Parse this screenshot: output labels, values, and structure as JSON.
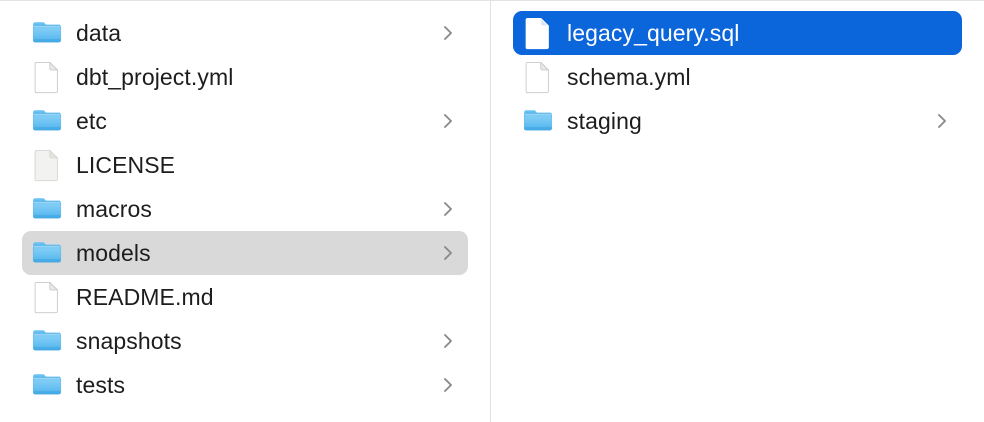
{
  "window": {
    "view": "column-view",
    "background_color": "#ffffff",
    "divider_color": "#e0e0e0",
    "text_color": "#1d1d1f",
    "active_selection_color": "#0a66da",
    "inactive_selection_color": "#d9d9d9",
    "folder_icon_color": "#53b9f0",
    "chevron_color": "#8a8a8e"
  },
  "columns": [
    {
      "name": "column-one",
      "items": [
        {
          "label": "data",
          "icon": "folder-icon",
          "kind": "folder",
          "has_chevron": true,
          "selected": "none"
        },
        {
          "label": "dbt_project.yml",
          "icon": "document-icon",
          "kind": "file",
          "has_chevron": false,
          "selected": "none"
        },
        {
          "label": "etc",
          "icon": "folder-icon",
          "kind": "folder",
          "has_chevron": true,
          "selected": "none"
        },
        {
          "label": "LICENSE",
          "icon": "document-plain-icon",
          "kind": "file",
          "has_chevron": false,
          "selected": "none"
        },
        {
          "label": "macros",
          "icon": "folder-icon",
          "kind": "folder",
          "has_chevron": true,
          "selected": "none"
        },
        {
          "label": "models",
          "icon": "folder-icon",
          "kind": "folder",
          "has_chevron": true,
          "selected": "inactive"
        },
        {
          "label": "README.md",
          "icon": "document-icon",
          "kind": "file",
          "has_chevron": false,
          "selected": "none"
        },
        {
          "label": "snapshots",
          "icon": "folder-icon",
          "kind": "folder",
          "has_chevron": true,
          "selected": "none"
        },
        {
          "label": "tests",
          "icon": "folder-icon",
          "kind": "folder",
          "has_chevron": true,
          "selected": "none"
        }
      ]
    },
    {
      "name": "column-two",
      "items": [
        {
          "label": "legacy_query.sql",
          "icon": "document-white-icon",
          "kind": "file",
          "has_chevron": false,
          "selected": "active"
        },
        {
          "label": "schema.yml",
          "icon": "document-icon",
          "kind": "file",
          "has_chevron": false,
          "selected": "none"
        },
        {
          "label": "staging",
          "icon": "folder-icon",
          "kind": "folder",
          "has_chevron": true,
          "selected": "none"
        }
      ]
    }
  ]
}
